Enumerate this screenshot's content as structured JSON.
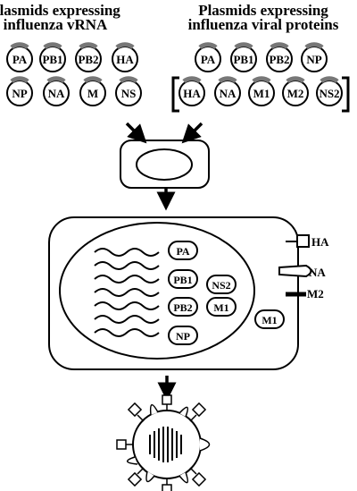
{
  "left_group": {
    "title_line1": "Plasmids expressing",
    "title_line2": "influenza vRNA",
    "plasmids": [
      "PA",
      "PB1",
      "PB2",
      "HA",
      "NP",
      "NA",
      "M",
      "NS"
    ]
  },
  "right_group": {
    "title_line1": "Plasmids expressing",
    "title_line2": "influenza viral proteins",
    "plasmids_top": [
      "PA",
      "PB1",
      "PB2",
      "NP"
    ],
    "plasmids_bottom": [
      "HA",
      "NA",
      "M1",
      "M2",
      "NS2"
    ]
  },
  "nucleus_proteins": [
    "PA",
    "PB1",
    "NS2",
    "PB2",
    "M1",
    "NP"
  ],
  "cytoplasm_protein": "M1",
  "membrane_proteins": [
    "HA",
    "NA",
    "M2"
  ]
}
